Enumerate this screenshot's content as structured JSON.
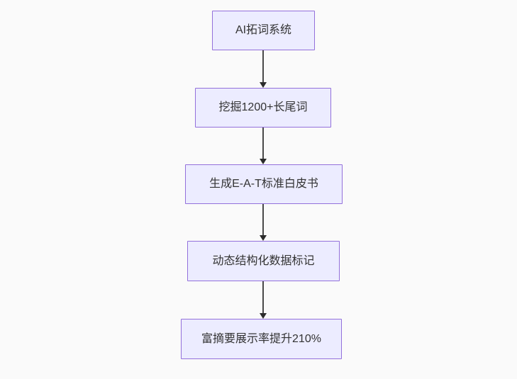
{
  "flowchart": {
    "type": "flowchart-top-down",
    "background_color": "#fafafa",
    "node_fill_color": "#ECECFF",
    "node_border_color": "#9370DB",
    "node_text_color": "#333333",
    "arrow_color": "#333333",
    "nodes": [
      {
        "label": "AI拓词系统"
      },
      {
        "label": "挖掘1200+长尾词"
      },
      {
        "label": "生成E-A-T标准白皮书"
      },
      {
        "label": "动态结构化数据标记"
      },
      {
        "label": "富摘要展示率提升210%"
      }
    ],
    "edges": [
      {
        "from": "AI拓词系统",
        "to": "挖掘1200+长尾词"
      },
      {
        "from": "挖掘1200+长尾词",
        "to": "生成E-A-T标准白皮书"
      },
      {
        "from": "生成E-A-T标准白皮书",
        "to": "动态结构化数据标记"
      },
      {
        "from": "动态结构化数据标记",
        "to": "富摘要展示率提升210%"
      }
    ]
  }
}
